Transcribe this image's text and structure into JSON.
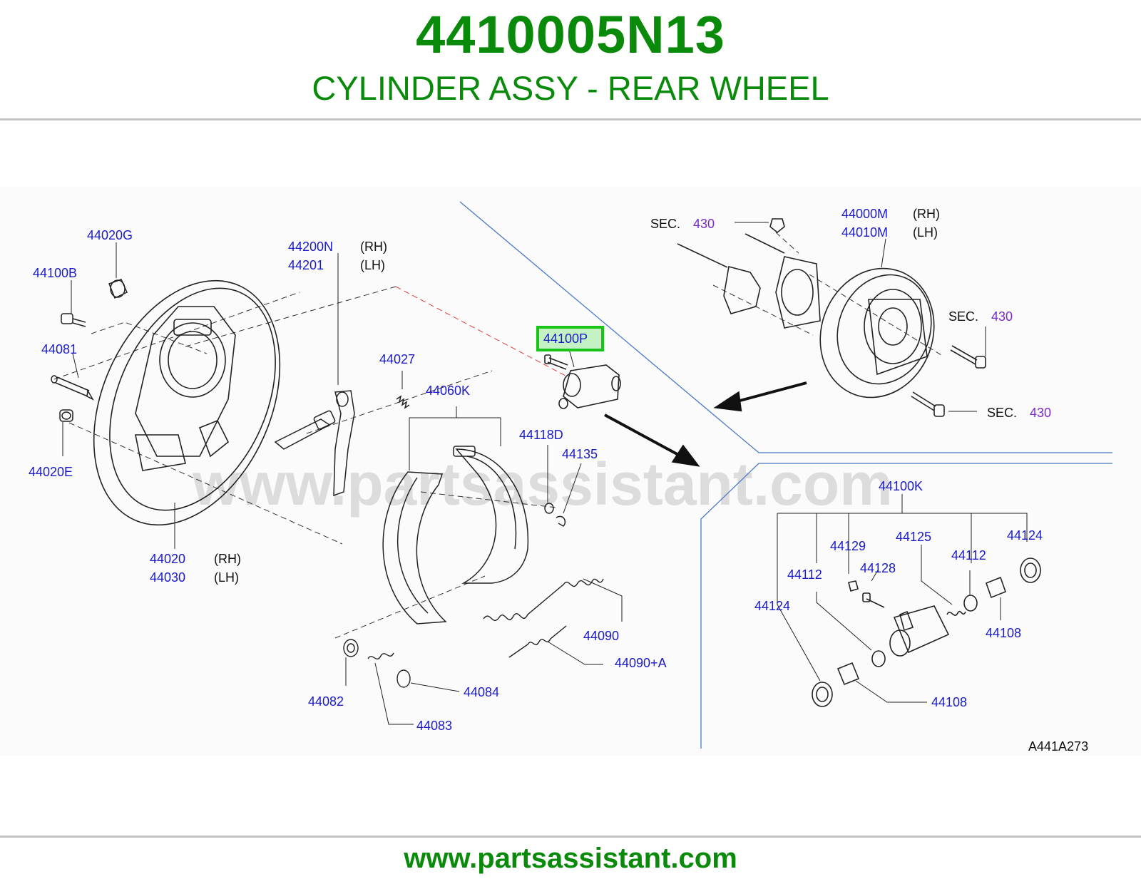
{
  "header": {
    "part_number": "4410005N13",
    "part_title": "CYLINDER ASSY - REAR WHEEL"
  },
  "watermark": "www.partsassistant.com",
  "footer": {
    "url": "www.partsassistant.com"
  },
  "diagram_code": "A441A273",
  "colors": {
    "brand_green": "#0a8a0a",
    "callout_blue": "#1a1acc",
    "section_purple": "#7a2ccc",
    "highlight_border": "#19c419",
    "highlight_fill": "#c4f2c4",
    "section_line": "#4a78c8",
    "reference_dash": "#e03a3a"
  },
  "callouts": {
    "c44020G": "44020G",
    "c44100B": "44100B",
    "c44081": "44081",
    "c44020E": "44020E",
    "c44020": "44020",
    "c44030": "44030",
    "c44200N": "44200N",
    "c44201": "44201",
    "c44027": "44027",
    "c44060K": "44060K",
    "c44100P": "44100P",
    "c44118D": "44118D",
    "c44135": "44135",
    "c44090": "44090",
    "c44090A": "44090+A",
    "c44082": "44082",
    "c44083": "44083",
    "c44084": "44084",
    "c44000M": "44000M",
    "c44010M": "44010M",
    "c44100K": "44100K",
    "c44129": "44129",
    "c44125": "44125",
    "c44124_right": "44124",
    "c44112_right": "44112",
    "c44128": "44128",
    "c44112_left": "44112",
    "c44124_left": "44124",
    "c44108_right": "44108",
    "c44108_bottom": "44108"
  },
  "side_labels": {
    "rh": "(RH)",
    "lh": "(LH)"
  },
  "sections": {
    "sec_label": "SEC.",
    "sec_number": "430"
  }
}
